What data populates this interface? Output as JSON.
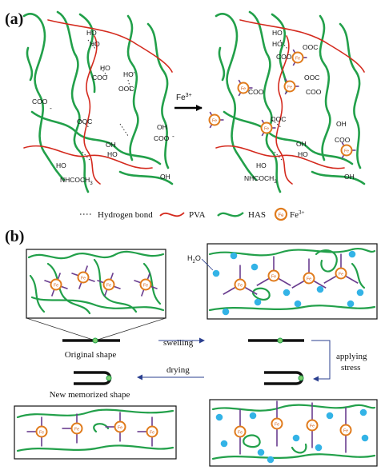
{
  "panel_a": {
    "label": "(a)",
    "groups": {
      "ho": "HO",
      "ho_prime": "HO'",
      "oh": "OH",
      "coo": "COO",
      "coo_minus": "COO",
      "ooc": "OOC",
      "neg": "-",
      "amide": "NHCOCH",
      "sub3": "3"
    },
    "arrow_label": "Fe",
    "arrow_sup": "3+",
    "legend": {
      "hbond": "Hydrogen bond",
      "pva": "PVA",
      "has": "HAS",
      "fe": "Fe",
      "fe_sup": "3+"
    }
  },
  "panel_b": {
    "label": "(b)",
    "water": "H",
    "water_sub": "2",
    "water_end": "O",
    "ion": "Fe",
    "ion_sup": "3+",
    "steps": {
      "original": "Original shape",
      "swelling": "swelling",
      "applying": "applying",
      "stress": "stress",
      "drying": "drying",
      "memorized": "New memorized shape"
    }
  },
  "colors": {
    "has_chain": "#22a04a",
    "pva_chain": "#d42a1e",
    "fe_ion": "#e07b1c",
    "crosslink": "#6a3d8f",
    "water": "#33b3e6",
    "arrow": "#2a3f8f"
  }
}
